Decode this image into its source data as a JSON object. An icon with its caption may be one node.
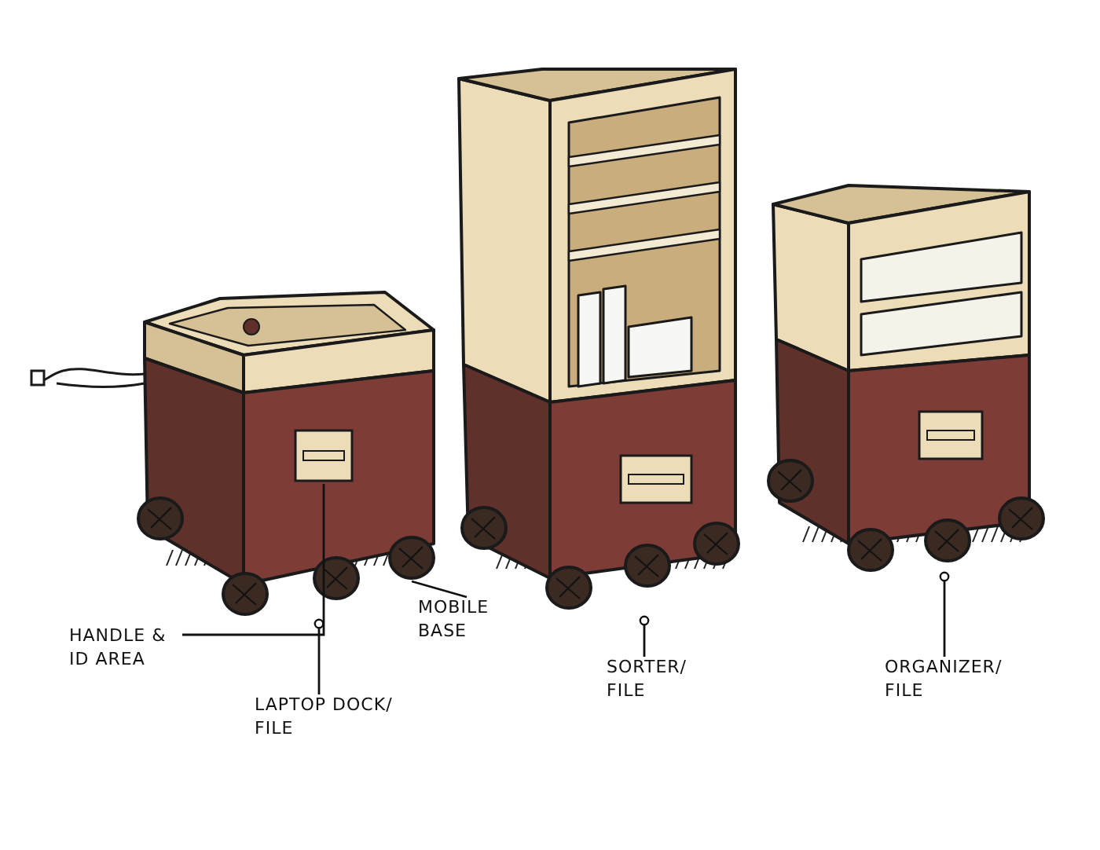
{
  "diagram": {
    "nodes": [
      {
        "text": [],
        "shape": "picture"
      },
      {
        "text": [],
        "shape": "picture"
      },
      {
        "text": [],
        "shape": "picture"
      },
      {
        "text": [],
        "shape": "box",
        "in": 0
      },
      {
        "text": [],
        "shape": "circle",
        "in": 0
      },
      {
        "text": [
          "HANDLE & ID AREA"
        ]
      },
      {
        "text": [
          "MOBILE BASE"
        ]
      },
      {
        "text": [
          "LAPTOP DOCK/ FILE"
        ]
      },
      {
        "text": [
          "SORTER/ FILE"
        ]
      },
      {
        "text": [
          "ORGANIZER/ FILE"
        ]
      }
    ],
    "edges": [
      {
        "from": 5,
        "to": 3,
        "arrow": "none"
      },
      {
        "from": 6,
        "to": 4,
        "arrow": "none"
      },
      {
        "from": 7,
        "to": 0,
        "arrow": "other"
      },
      {
        "from": 8,
        "to": 1,
        "arrow": "other"
      },
      {
        "from": 9,
        "to": 2,
        "arrow": "other"
      }
    ]
  }
}
